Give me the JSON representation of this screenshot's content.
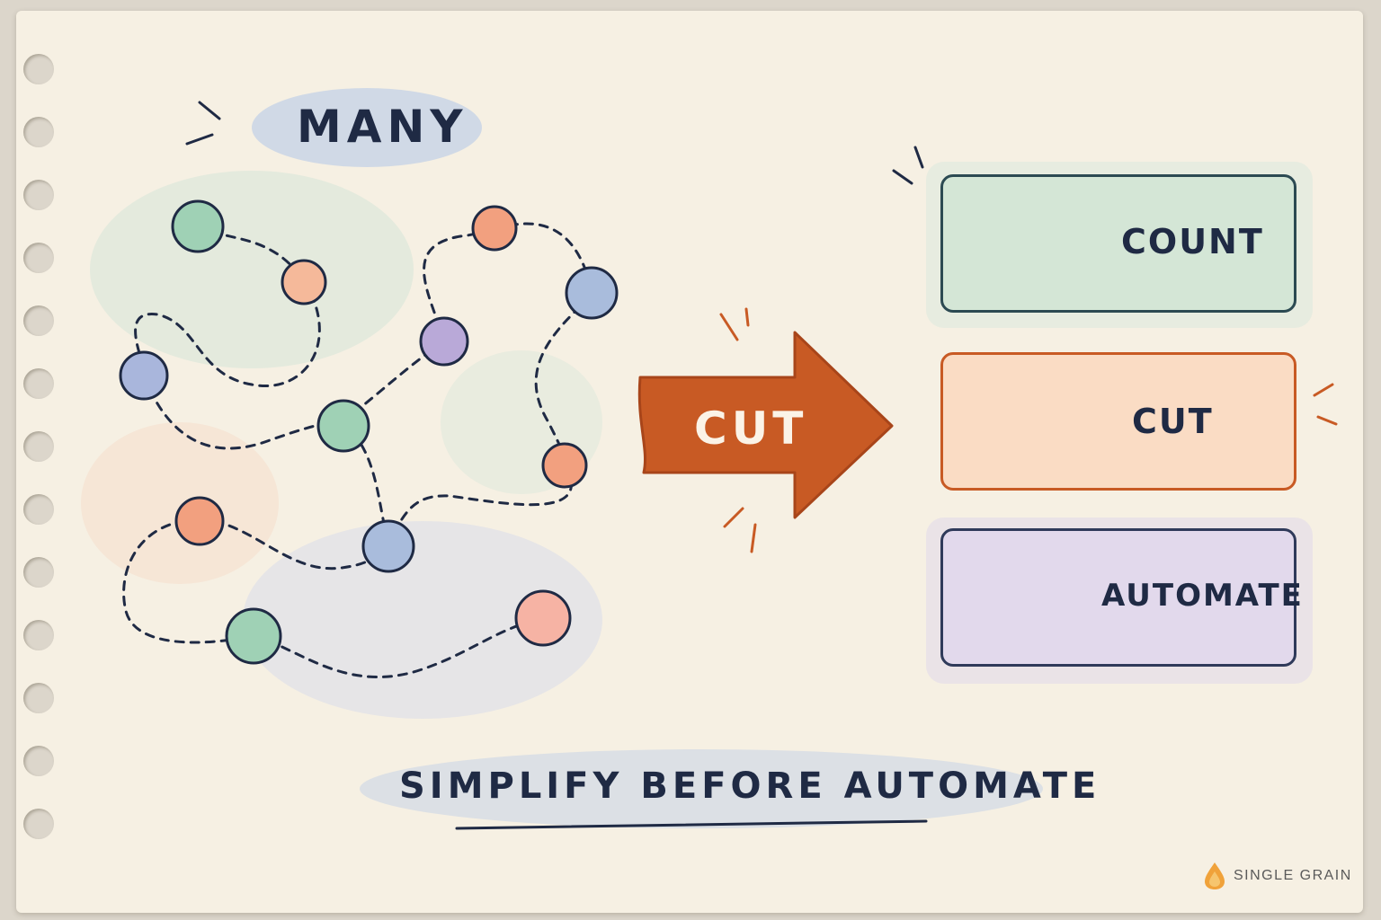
{
  "many_label": "MANY",
  "arrow_label": "CUT",
  "steps": [
    {
      "label": "COUNT",
      "icon": "list-icon",
      "fill": "#d4e6d6",
      "border": "#2c4a52"
    },
    {
      "label": "CUT",
      "icon": "dots-icon",
      "fill": "#fadcc4",
      "border": "#c85a24"
    },
    {
      "label": "AUTOMATE",
      "icon": "gear-icon",
      "fill": "#e2d9ec",
      "border": "#2f3a5a"
    }
  ],
  "bottom_label": "SIMPLIFY BEFORE AUTOMATE",
  "brand": "SINGLE GRAIN",
  "colors": {
    "ink": "#1f2a44",
    "green_node": "#9fd1b5",
    "orange_node": "#f2a07f",
    "blue_node": "#a9bcdc",
    "purple_node": "#b9a9d8",
    "arrow": "#c85a24"
  }
}
